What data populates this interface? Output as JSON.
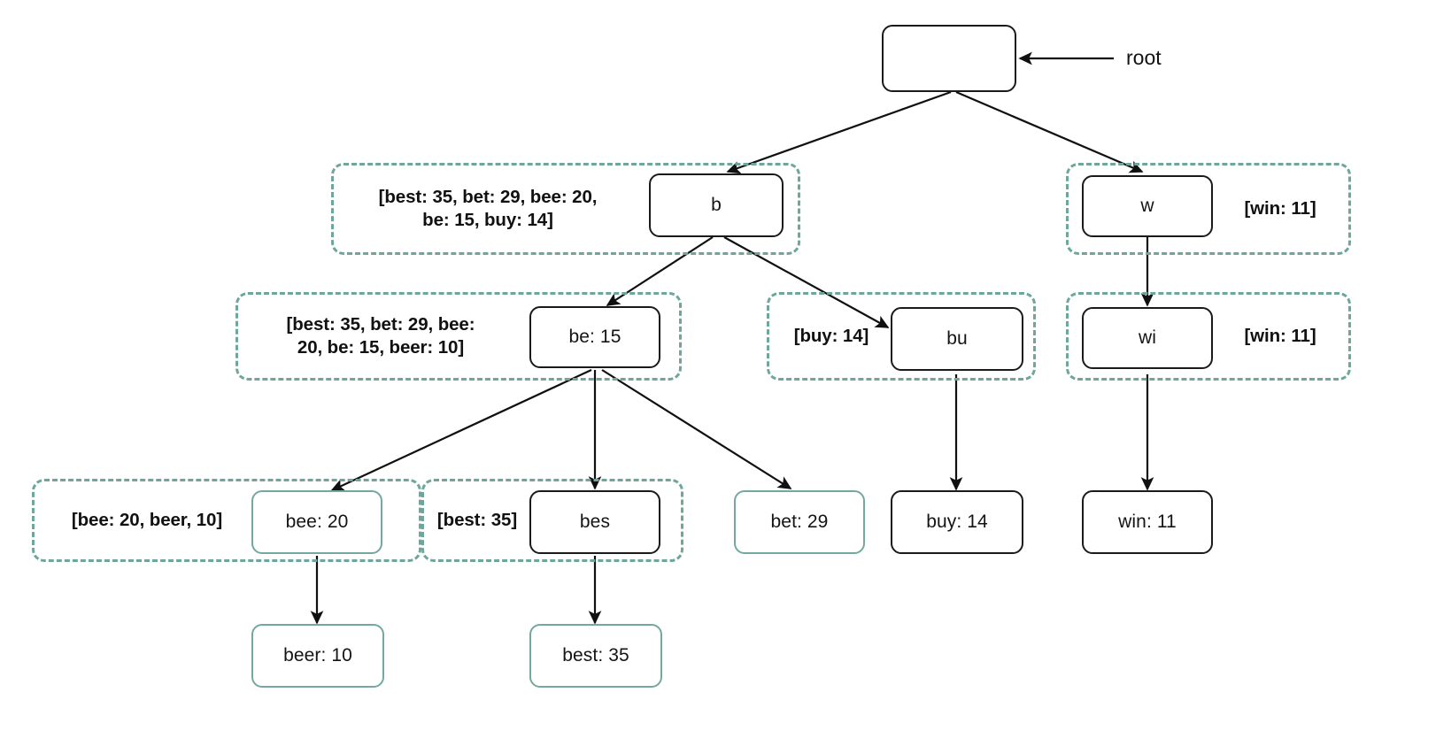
{
  "diagram": {
    "type": "trie-tree",
    "title": "",
    "colors": {
      "node_border": "#1a1a1a",
      "node_border_teal": "#74a89e",
      "dashed_box": "#6fa69b",
      "edge": "#101010",
      "text": "#121212",
      "background": "#ffffff"
    },
    "root_pointer_label": "root",
    "nodes": [
      {
        "id": "root",
        "label": "",
        "border": "black"
      },
      {
        "id": "b",
        "label": "b",
        "border": "black"
      },
      {
        "id": "w",
        "label": "w",
        "border": "black"
      },
      {
        "id": "be",
        "label": "be: 15",
        "border": "black"
      },
      {
        "id": "bu",
        "label": "bu",
        "border": "black"
      },
      {
        "id": "wi",
        "label": "wi",
        "border": "black"
      },
      {
        "id": "bee",
        "label": "bee: 20",
        "border": "teal"
      },
      {
        "id": "bes",
        "label": "bes",
        "border": "black"
      },
      {
        "id": "bet",
        "label": "bet: 29",
        "border": "teal"
      },
      {
        "id": "buy",
        "label": "buy: 14",
        "border": "black"
      },
      {
        "id": "win",
        "label": "win: 11",
        "border": "black"
      },
      {
        "id": "beer",
        "label": "beer: 10",
        "border": "teal"
      },
      {
        "id": "best",
        "label": "best: 35",
        "border": "teal"
      }
    ],
    "annotations": [
      {
        "for": "b",
        "text": "[best: 35, bet: 29, bee: 20,\nbe: 15, buy: 14]"
      },
      {
        "for": "w",
        "text": "[win: 11]"
      },
      {
        "for": "be",
        "text": "[best: 35, bet: 29, bee:\n20, be: 15, beer: 10]"
      },
      {
        "for": "bu",
        "text": "[buy: 14]"
      },
      {
        "for": "wi",
        "text": "[win: 11]"
      },
      {
        "for": "bee",
        "text": "[bee: 20, beer, 10]"
      },
      {
        "for": "bes",
        "text": "[best: 35]"
      }
    ],
    "edges": [
      {
        "from": "root",
        "to": "b"
      },
      {
        "from": "root",
        "to": "w"
      },
      {
        "from": "b",
        "to": "be"
      },
      {
        "from": "b",
        "to": "bu"
      },
      {
        "from": "w",
        "to": "wi"
      },
      {
        "from": "be",
        "to": "bee"
      },
      {
        "from": "be",
        "to": "bes"
      },
      {
        "from": "be",
        "to": "bet"
      },
      {
        "from": "bu",
        "to": "buy"
      },
      {
        "from": "wi",
        "to": "win"
      },
      {
        "from": "bee",
        "to": "beer"
      },
      {
        "from": "bes",
        "to": "best"
      }
    ]
  }
}
